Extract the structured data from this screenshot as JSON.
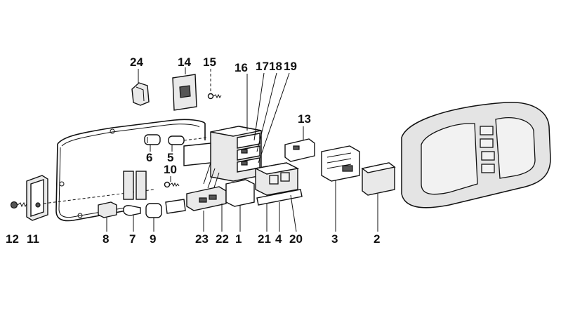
{
  "labels": [
    {
      "id": "24",
      "text": "24"
    },
    {
      "id": "14",
      "text": "14"
    },
    {
      "id": "15",
      "text": "15"
    },
    {
      "id": "16",
      "text": "16"
    },
    {
      "id": "17",
      "text": "17"
    },
    {
      "id": "18",
      "text": "18"
    },
    {
      "id": "19",
      "text": "19"
    },
    {
      "id": "13",
      "text": "13"
    },
    {
      "id": "6",
      "text": "6"
    },
    {
      "id": "5",
      "text": "5"
    },
    {
      "id": "10",
      "text": "10"
    },
    {
      "id": "12",
      "text": "12"
    },
    {
      "id": "11",
      "text": "11"
    },
    {
      "id": "8",
      "text": "8"
    },
    {
      "id": "7",
      "text": "7"
    },
    {
      "id": "9",
      "text": "9"
    },
    {
      "id": "23",
      "text": "23"
    },
    {
      "id": "22",
      "text": "22"
    },
    {
      "id": "1",
      "text": "1"
    },
    {
      "id": "21",
      "text": "21"
    },
    {
      "id": "4",
      "text": "4"
    },
    {
      "id": "20",
      "text": "20"
    },
    {
      "id": "3",
      "text": "3"
    },
    {
      "id": "2",
      "text": "2"
    }
  ]
}
